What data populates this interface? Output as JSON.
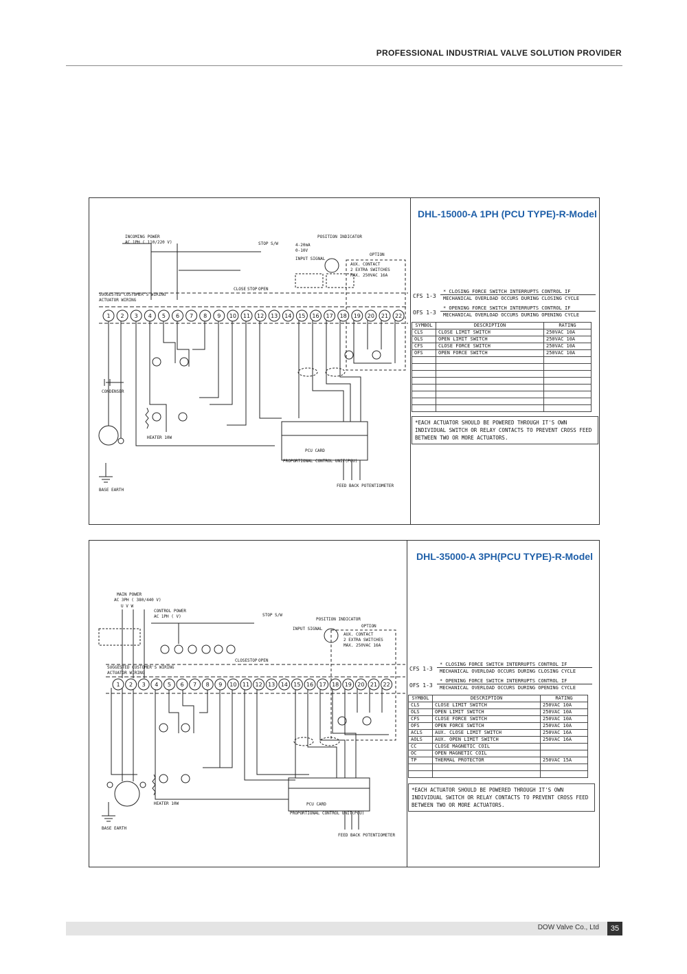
{
  "header": {
    "title": "PROFESSIONAL INDUSTRIAL VALVE SOLUTION PROVIDER"
  },
  "footer": {
    "company": "DOW Valve Co., Ltd",
    "page": "35"
  },
  "colors": {
    "title_blue": "#1f5fa8",
    "line": "#222222"
  },
  "common": {
    "terminals": [
      "1",
      "2",
      "3",
      "4",
      "5",
      "6",
      "7",
      "8",
      "9",
      "10",
      "11",
      "12",
      "13",
      "14",
      "15",
      "16",
      "17",
      "18",
      "19",
      "20",
      "21",
      "22"
    ],
    "customer_wiring": "SUGGESTED CUSTOMER'S WIRING",
    "actuator_wiring": "ACTUATOR WIRING",
    "pcu_card": "PCU CARD",
    "proportional": "PROPORTIONAL CONTROL UNIT(PCU)",
    "feedback": "FEED BACK POTENTIOMETER",
    "earth": "BASE EARTH",
    "heater": "HEATER 10W",
    "aux_contact": "AUX. CONTACT",
    "extra_switches": "2 EXTRA SWITCHES",
    "aux_rating": "MAX. 250VAC 16A",
    "option": "OPTION",
    "input_signal": "INPUT SIGNAL",
    "position_indicator": "POSITION INDICATOR",
    "stop_sw": "STOP S/W",
    "close": "CLOSE",
    "stop": "STOP",
    "open": "OPEN"
  },
  "diagram1": {
    "title": "DHL-15000-A 1PH (PCU TYPE)-R-Model",
    "incoming_power": "INCOMING POWER",
    "power_spec": "AC 1PH ( 110/220 V)",
    "signal_opt1": "4-20mA",
    "signal_opt2": "0-10V",
    "condenser": "CONDENSER",
    "notes": [
      {
        "code": "CFS 1-3",
        "line1": "* CLOSING FORCE SWITCH INTERRUPTS CONTROL IF",
        "line2": "MECHANICAL OVERLOAD OCCURS DURING CLOSING CYCLE"
      },
      {
        "code": "OFS 1-3",
        "line1": "* OPENING FORCE SWITCH INTERRUPTS CONTROL IF",
        "line2": "MECHANICAL OVERLOAD OCCURS DURING OPENING CYCLE"
      }
    ],
    "table_headers": [
      "SYMBOL",
      "DESCRIPTION",
      "RATING"
    ],
    "rows": [
      [
        "CLS",
        "CLOSE LIMIT SWITCH",
        "250VAC 10A"
      ],
      [
        "OLS",
        "OPEN LIMIT SWITCH",
        "250VAC 10A"
      ],
      [
        "CFS",
        "CLOSE FORCE SWITCH",
        "250VAC 10A"
      ],
      [
        "OFS",
        "OPEN FORCE SWITCH",
        "250VAC 10A"
      ],
      [
        "",
        "",
        ""
      ],
      [
        "",
        "",
        ""
      ],
      [
        "",
        "",
        ""
      ],
      [
        "",
        "",
        ""
      ],
      [
        "",
        "",
        ""
      ],
      [
        "",
        "",
        ""
      ],
      [
        "",
        "",
        ""
      ],
      [
        "",
        "",
        ""
      ]
    ],
    "warning": "*EACH ACTUATOR SHOULD BE POWERED THROUGH IT'S OWN INDIVIDUAL SWITCH OR RELAY CONTACTS TO PREVENT CROSS FEED BETWEEN TWO OR MORE ACTUATORS."
  },
  "diagram2": {
    "title": "DHL-35000-A 3PH(PCU TYPE)-R-Model",
    "main_power": "MAIN POWER",
    "main_spec": "AC 3PH ( 380/440 V)",
    "phases": "U V W",
    "control_power": "CONTROL POWER",
    "control_spec": "AC 1PH ( V)",
    "notes": [
      {
        "code": "CFS 1-3",
        "line1": "* CLOSING FORCE SWITCH INTERRUPTS CONTROL IF",
        "line2": "MECHANICAL OVERLOAD OCCURS DURING CLOSING CYCLE"
      },
      {
        "code": "OFS 1-3",
        "line1": "* OPENING FORCE SWITCH INTERRUPTS CONTROL IF",
        "line2": "MECHANICAL OVERLOAD OCCURS DURING OPENING CYCLE"
      }
    ],
    "table_headers": [
      "SYMBOL",
      "DESCRIPTION",
      "RATING"
    ],
    "rows": [
      [
        "CLS",
        "CLOSE LIMIT SWITCH",
        "250VAC 10A"
      ],
      [
        "OLS",
        "OPEN LIMIT SWITCH",
        "250VAC 10A"
      ],
      [
        "CFS",
        "CLOSE FORCE SWITCH",
        "250VAC 10A"
      ],
      [
        "OFS",
        "OPEN FORCE SWITCH",
        "250VAC 10A"
      ],
      [
        "ACLS",
        "AUX. CLOSE LIMIT SWITCH",
        "250VAC 16A"
      ],
      [
        "AOLS",
        "AUX. OPEN LIMIT SWITCH",
        "250VAC 16A"
      ],
      [
        "CC",
        "CLOSE MAGNETIC COIL",
        ""
      ],
      [
        "OC",
        "OPEN MAGNETIC COIL",
        ""
      ],
      [
        "TP",
        "THERMAL PROTECTOR",
        "250VAC 15A"
      ],
      [
        "",
        "",
        ""
      ],
      [
        "",
        "",
        ""
      ]
    ],
    "warning": "*EACH ACTUATOR SHOULD BE POWERED THROUGH IT'S OWN INDIVIDUAL SWITCH OR RELAY CONTACTS TO PREVENT CROSS FEED BETWEEN TWO OR MORE ACTUATORS."
  }
}
